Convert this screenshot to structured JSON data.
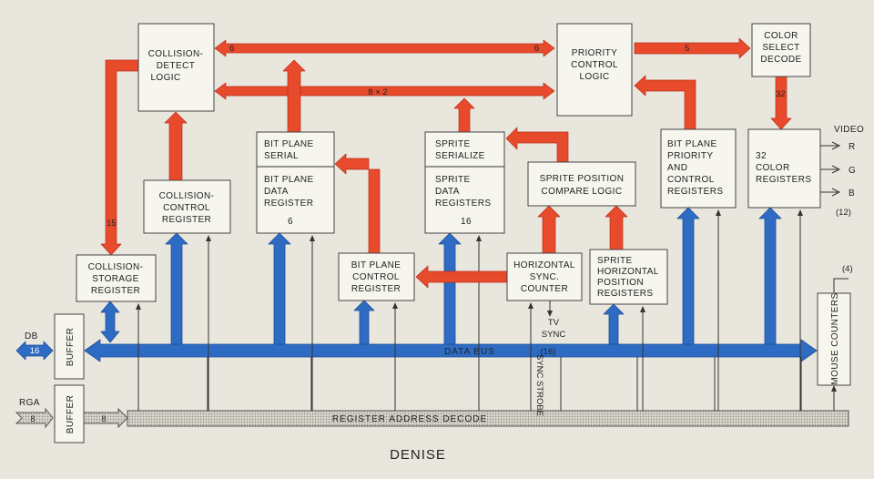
{
  "diagram": {
    "title": "DENISE",
    "blocks": {
      "collision_detect": [
        "COLLISION-",
        "DETECT",
        "LOGIC"
      ],
      "collision_control": [
        "COLLISION-",
        "CONTROL",
        "REGISTER"
      ],
      "collision_storage": [
        "COLLISION-",
        "STORAGE",
        "REGISTER"
      ],
      "bitplane_serial": [
        "BIT PLANE",
        "SERIAL"
      ],
      "bitplane_data": [
        "BIT PLANE",
        "DATA",
        "REGISTER",
        "6"
      ],
      "bitplane_control": [
        "BIT PLANE",
        "CONTROL",
        "REGISTER"
      ],
      "sprite_serialize": [
        "SPRITE",
        "SERIALIZE"
      ],
      "sprite_data": [
        "SPRITE",
        "DATA",
        "REGISTERS",
        "16"
      ],
      "sprite_compare": [
        "SPRITE POSITION",
        "COMPARE LOGIC"
      ],
      "hsync_counter": [
        "HORIZONTAL",
        "SYNC.",
        "COUNTER"
      ],
      "sprite_hpos": [
        "SPRITE",
        "HORIZONTAL",
        "POSITION",
        "REGISTERS"
      ],
      "priority_control": [
        "PRIORITY",
        "CONTROL",
        "LOGIC"
      ],
      "bitplane_priority": [
        "BIT PLANE",
        "PRIORITY",
        "AND",
        "CONTROL",
        "REGISTERS"
      ],
      "color_select": [
        "COLOR",
        "SELECT",
        "DECODE"
      ],
      "color_registers": [
        "32",
        "COLOR",
        "REGISTERS"
      ],
      "mouse_counters": "MOUSE COUNTERS",
      "buffer_db": "BUFFER",
      "buffer_rga": "BUFFER"
    },
    "labels": {
      "bus_6_left": "6",
      "bus_6_right": "6",
      "bus_8x2": "8 × 2",
      "bus_5": "5",
      "bus_32": "32",
      "bus_15": "15",
      "video": "VIDEO",
      "r": "R",
      "g": "G",
      "b": "B",
      "twelve": "(12)",
      "four": "(4)",
      "tv_sync": [
        "TV",
        "SYNC"
      ],
      "sync_strobe": "SYNC STROBE",
      "data_bus": "DATA BUS",
      "sixteen_paren": "(16)",
      "db": "DB",
      "db_width": "16",
      "rga": "RGA",
      "rga_width": "8",
      "rga_width2": "8",
      "register_address_decode": "REGISTER ADDRESS DECODE"
    }
  }
}
